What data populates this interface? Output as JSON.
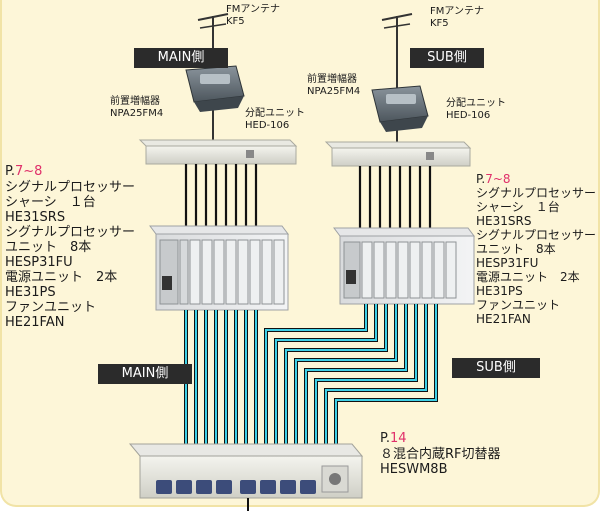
{
  "main": {
    "antenna": {
      "title": "FMアンテナ",
      "model": "KF5"
    },
    "side_badge_top": "MAIN側",
    "preamp": {
      "title": "前置増幅器",
      "model": "NPA25FM4"
    },
    "splitter": {
      "title": "分配ユニット",
      "model": "HED-106"
    },
    "page_ref": {
      "prefix": "P.",
      "first": "7",
      "sep": "~",
      "last": "8"
    },
    "spec_lines": [
      "シグナルプロセッサー",
      "シャーシ　１台",
      "HE31SRS",
      "シグナルプロセッサー",
      "ユニット　8本",
      "HESP31FU",
      "電源ユニット　2本",
      "HE31PS",
      "ファンユニット",
      "HE21FAN"
    ],
    "side_badge_bottom": "MAIN側"
  },
  "sub": {
    "antenna": {
      "title": "FMアンテナ",
      "model": "KF5"
    },
    "side_badge_top": "SUB側",
    "preamp": {
      "title": "前置増幅器",
      "model": "NPA25FM4"
    },
    "splitter": {
      "title": "分配ユニット",
      "model": "HED-106"
    },
    "page_ref": {
      "prefix": "P.",
      "first": "7",
      "sep": "~",
      "last": "8"
    },
    "spec_lines": [
      "シグナルプロセッサー",
      "シャーシ　１台",
      "HE31SRS",
      "シグナルプロセッサー",
      "ユニット　8本",
      "HESP31FU",
      "電源ユニット　2本",
      "HE31PS",
      "ファンユニット",
      "HE21FAN"
    ],
    "side_badge_bottom": "SUB側"
  },
  "switcher": {
    "page_ref": {
      "prefix": "P.",
      "num": "14"
    },
    "title": "８混合内蔵RF切替器",
    "model": "HESWM8B"
  },
  "colors": {
    "panel_bg": "#fdf6d8",
    "badge_bg": "#2b2b2b",
    "page_accent": "#e0306a",
    "cable_dark": "#111111",
    "cable_cyan": "#3fd0e6"
  }
}
